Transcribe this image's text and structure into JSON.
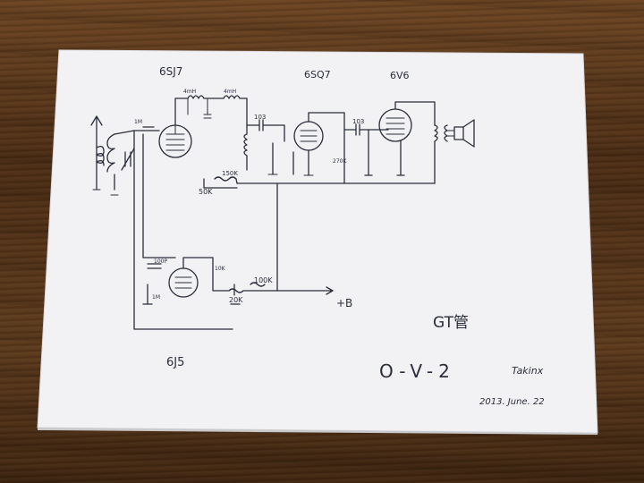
{
  "photo": {
    "tube_labels": [
      "6SJ7",
      "6SQ7",
      "6V6",
      "6J5"
    ],
    "component_labels": {
      "inductor_left": "4mH",
      "inductor_right": "4mH",
      "cap_coupling_1": "103",
      "cap_coupling_2": "103",
      "pot_50k": "50K",
      "res_150k": "150K",
      "res_1m_top": "1M",
      "res_270k": "270K",
      "res_100k": "100K",
      "pot_20k": "20K",
      "cap_100p": "100P",
      "res_1m_bottom": "1M",
      "cap_10k": "10K"
    },
    "supply_label": "+B",
    "tube_type": "GT管",
    "circuit_name": "O-V-2",
    "author": "Takinx",
    "date": "2013. June. 22"
  },
  "colors": {
    "wood": "#5a361a",
    "paper": "#f3f3f6",
    "ink": "#2a2d3a"
  }
}
